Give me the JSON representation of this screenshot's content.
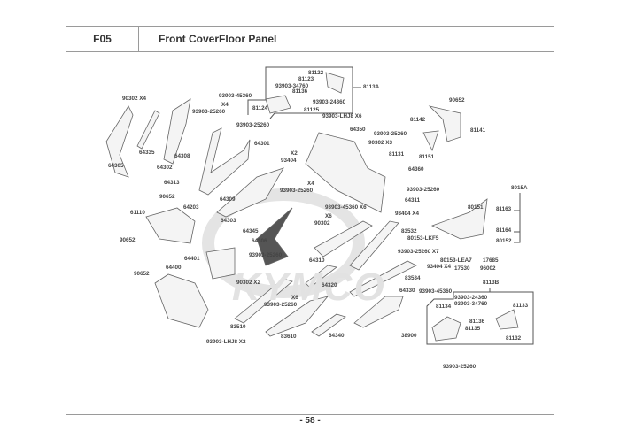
{
  "header": {
    "code": "F05",
    "title": "Front CoverFloor Panel"
  },
  "watermark": "KYMCO",
  "page_number": "- 58 -",
  "labels": [
    "90302  X4",
    "93903-45360",
    "X4",
    "93903-25260",
    "81122",
    "81123",
    "93903-34760",
    "81136",
    "81124",
    "81125",
    "93903-24360",
    "8113A",
    "93903-25260",
    "64301",
    "X2",
    "93404",
    "64335",
    "64308",
    "64305",
    "64302",
    "64313",
    "90652",
    "64203",
    "64309",
    "64303",
    "61110",
    "X4",
    "93903-25260",
    "93903-LHJ8  X6",
    "64350",
    "93903-25260",
    "90302  X3",
    "81131",
    "81142",
    "90652",
    "81141",
    "81151",
    "64360",
    "93903-25260",
    "64311",
    "93903-45360  X6",
    "93404  X4",
    "X6",
    "90302",
    "8015A",
    "80151",
    "81163",
    "81164",
    "80152",
    "83532",
    "80153-LKF5",
    "64345",
    "64306",
    "64310",
    "93903-25260  X7",
    "80153-LEA7",
    "17685",
    "17530",
    "96002",
    "93404  X4",
    "90652",
    "64401",
    "93903-25260",
    "64400",
    "90652",
    "90302  X2",
    "X6",
    "93903-25260",
    "83510",
    "83610",
    "93903-LHJ8  X2",
    "64320",
    "83534",
    "64330",
    "93903-45360",
    "8113B",
    "93903-24360",
    "93903-34760",
    "81133",
    "81134",
    "81136",
    "81135",
    "81132",
    "64340",
    "38900",
    "93903-25260"
  ]
}
